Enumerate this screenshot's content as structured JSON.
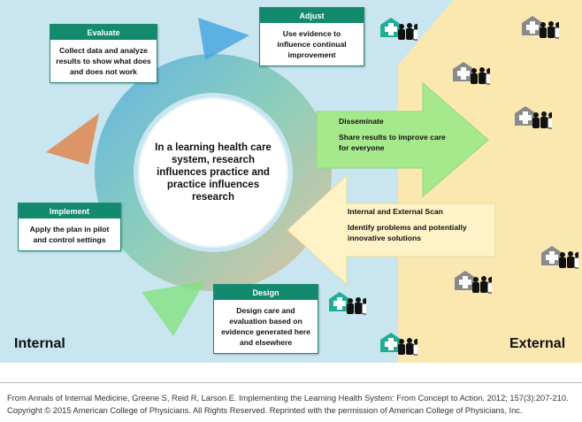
{
  "center_text": "In a learning health care system, research influences practice and practice influences research",
  "steps": {
    "evaluate": {
      "title": "Evaluate",
      "text": "Collect data and analyze results to show what does and does not work"
    },
    "adjust": {
      "title": "Adjust",
      "text": "Use evidence to influence continual improvement"
    },
    "implement": {
      "title": "Implement",
      "text": "Apply the plan in pilot and control settings"
    },
    "design": {
      "title": "Design",
      "text": "Design care and evaluation based on evidence generated here and elsewhere"
    }
  },
  "arrows": {
    "disseminate_title": "Disseminate",
    "disseminate_text": "Share results to improve care for everyone",
    "scan_title": "Internal and External Scan",
    "scan_text": "Identify problems and potentially innovative solutions"
  },
  "zones": {
    "internal": "Internal",
    "external": "External"
  },
  "footer": {
    "line1": "From Annals of Internal Medicine, Greene S, Reid R, Larson E. Implementing the Learning Health System: From Concept to Action. 2012; 157(3):207-210.",
    "line2": "Copyright © 2015 American College of Physicians. All Rights Reserved. Reprinted with the permission of American College of Physicians, Inc."
  },
  "colors": {
    "teal": "#138a6e",
    "internal_bg": "#c9e6f0",
    "external_bg": "#fbe7b0",
    "arrow_green": "#a6e98d",
    "arrow_yellow": "#fdf3c6"
  },
  "icons": [
    "clinic-with-care-team-icon"
  ]
}
